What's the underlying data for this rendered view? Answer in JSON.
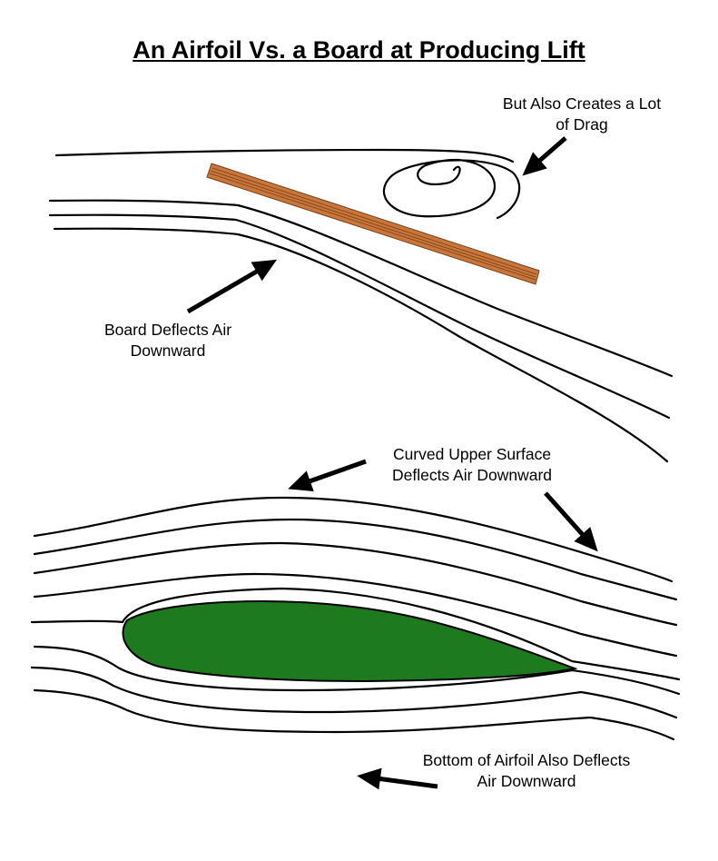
{
  "title": "An Airfoil Vs. a Board at Producing Lift",
  "labels": {
    "drag": [
      "But Also Creates a Lot",
      "of Drag"
    ],
    "board": [
      "Board Deflects Air",
      "Downward"
    ],
    "upper": [
      "Curved Upper Surface",
      "Deflects Air Downward"
    ],
    "bottom": [
      "Bottom of Airfoil Also Deflects",
      "Air Downward"
    ]
  },
  "colors": {
    "board_fill": "#c8763a",
    "board_grain": "#7a3f1a",
    "airfoil_fill": "#1e7a1e",
    "line": "#000000"
  }
}
